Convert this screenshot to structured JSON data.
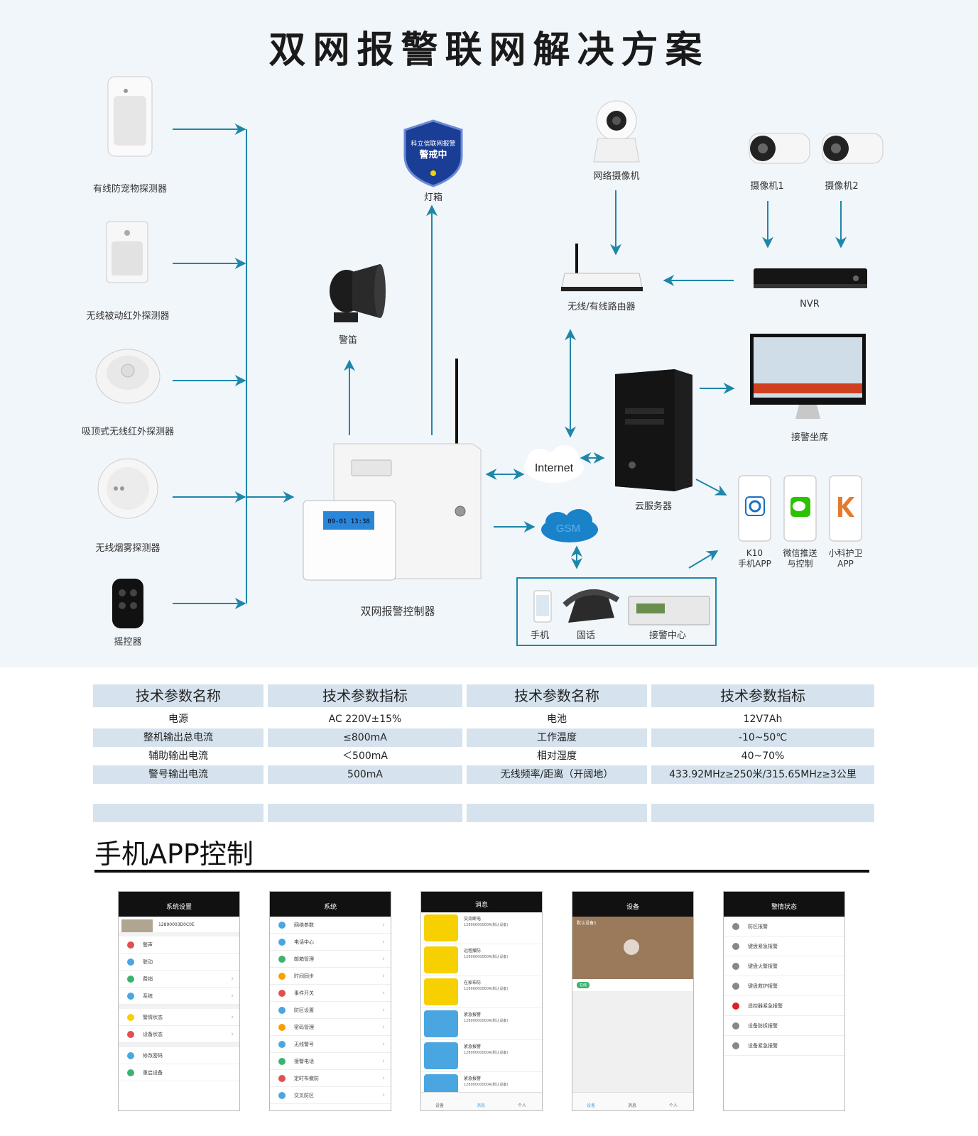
{
  "title": "双网报警联网解决方案",
  "devices": {
    "wired_pet_detector": "有线防宠物探测器",
    "wireless_pir": "无线被动红外探测器",
    "ceiling_pir": "吸顶式无线红外探测器",
    "smoke_detector": "无线烟雾探测器",
    "remote": "摇控器",
    "strobe": "灯箱",
    "strobe_text": "科立信联网报警",
    "strobe_text2": "警戒中",
    "siren": "警笛",
    "controller": "双网报警控制器",
    "lcd_text": "09-01 13:38",
    "internet": "Internet",
    "gsm": "GSM",
    "ip_camera": "网络摄像机",
    "camera1": "摄像机1",
    "camera2": "摄像机2",
    "router": "无线/有线路由器",
    "nvr": "NVR",
    "cloud_server": "云服务器",
    "monitor_seat": "接警坐席",
    "app_k10": "K10\n手机APP",
    "app_wechat": "微信推送\n与控制",
    "app_xiaoke": "小科护卫\nAPP",
    "mobile": "手机",
    "landline": "固话",
    "alarm_center": "接警中心"
  },
  "colors": {
    "link": "#1e87a8",
    "band": "#d6e3ee",
    "yellow": "#f6d000",
    "blue": "#4aa6e0"
  },
  "spec_table": {
    "headers": [
      "技术参数名称",
      "技术参数指标",
      "技术参数名称",
      "技术参数指标"
    ],
    "rows": [
      [
        "电源",
        "AC 220V±15%",
        "电池",
        "12V7Ah"
      ],
      [
        "整机输出总电流",
        "≤800mA",
        "工作温度",
        "-10~50℃"
      ],
      [
        "辅助输出电流",
        "＜500mA",
        "相对湿度",
        "40~70%"
      ],
      [
        "警号输出电流",
        "500mA",
        "无线频率/距离（开阔地）",
        "433.92MHz≥250米/315.65MHz≥3公里"
      ]
    ]
  },
  "app_section": {
    "title": "手机APP控制",
    "phones": [
      {
        "header": "系统设置",
        "device_id": "12890003D0C0E",
        "items": [
          "警声",
          "联动",
          "费销",
          "系统",
          "警情状态",
          "设备状态",
          "修改密码",
          "重启设备"
        ]
      },
      {
        "header": "系统",
        "items": [
          "网络参数",
          "电话中心",
          "邮箱管理",
          "时间同步",
          "事件开关",
          "防区设置",
          "密码管理",
          "无线警号",
          "接警电话",
          "定时布撤防",
          "交叉防区"
        ]
      },
      {
        "header": "消息",
        "alerts": [
          {
            "title": "交流断电",
            "sub": "12890000000A(默认设备)"
          },
          {
            "title": "远程撤防",
            "sub": "12890000000A(默认设备)"
          },
          {
            "title": "在家布防",
            "sub": "12890000000A(默认设备)"
          },
          {
            "title": "紧急报警",
            "sub": "12890000000A(默认设备)"
          },
          {
            "title": "紧急报警",
            "sub": "12890000000A(默认设备)"
          },
          {
            "title": "紧急报警",
            "sub": "12890000000A(默认设备)"
          }
        ],
        "tabs": [
          "设备",
          "消息",
          "个人"
        ]
      },
      {
        "header": "设备",
        "device_label": "默认设备1",
        "badge": "在线",
        "tabs": [
          "设备",
          "消息",
          "个人"
        ]
      },
      {
        "header": "警情状态",
        "items": [
          "防区报警",
          "键盘紧急报警",
          "键盘火警报警",
          "键盘救护报警",
          "遥控器紧急报警",
          "设备防拆报警",
          "设备紧急报警"
        ]
      }
    ]
  }
}
